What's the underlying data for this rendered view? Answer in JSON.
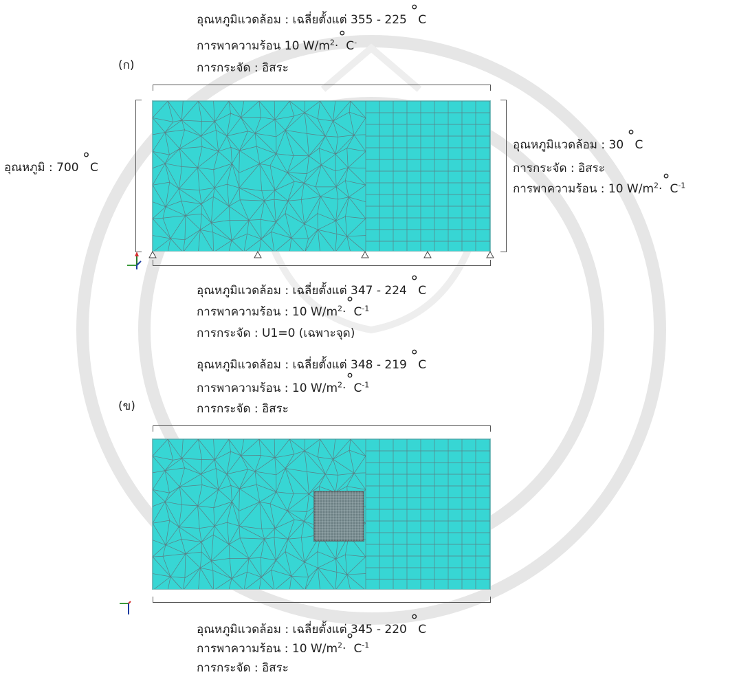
{
  "panel_a": {
    "label": "(ก)",
    "top": {
      "line1_prefix": "อุณหภูมิแวดล้อม : เฉลี่ยตั้งแต่ 355 - 225 ",
      "line1_unit": "C",
      "line2_prefix": "การพาความร้อน 10 W/m",
      "line2_sup": "2",
      "line2_mid": "·",
      "line2_unit": "C",
      "line2_sup2": "-",
      "line3": "การกระจัด : อิสระ"
    },
    "left": {
      "prefix": "อุณหภูมิ : 700 ",
      "unit": "C"
    },
    "right": {
      "line1_prefix": "อุณหภูมิแวดล้อม : 30 ",
      "line1_unit": "C",
      "line2": "การกระจัด : อิสระ",
      "line3_prefix": "การพาความร้อน : 10 W/m",
      "line3_sup": "2",
      "line3_mid": "·",
      "line3_unit": "C",
      "line3_sup2": "-1"
    },
    "bottom": {
      "line1_prefix": "อุณหภูมิแวดล้อม : เฉลี่ยตั้งแต่ 347 - 224 ",
      "line1_unit": "C",
      "line2_prefix": "การพาความร้อน : 10 W/m",
      "line2_sup": "2",
      "line2_mid": "·",
      "line2_unit": "C",
      "line2_sup2": "-1",
      "line3": "การกระจัด : U1=0 (เฉพาะจุด)"
    }
  },
  "panel_b": {
    "label": "(ข)",
    "top": {
      "line1_prefix": "อุณหภูมิแวดล้อม : เฉลี่ยตั้งแต่ 348 - 219 ",
      "line1_unit": "C",
      "line2_prefix": "การพาความร้อน : 10 W/m",
      "line2_sup": "2",
      "line2_mid": "·",
      "line2_unit": "C",
      "line2_sup2": "-1",
      "line3": "การกระจัด : อิสระ"
    },
    "bottom": {
      "line1_prefix": "อุณหภูมิแวดล้อม : เฉลี่ยตั้งแต่ 345 - 220 ",
      "line1_unit": "C",
      "line2_prefix": "การพาความร้อน : 10 W/m",
      "line2_sup": "2",
      "line2_mid": "·",
      "line2_unit": "C",
      "line2_sup2": "-1",
      "line3": "การกระจัด : อิสระ"
    }
  },
  "colors": {
    "mesh_fill": "#37d6d4",
    "mesh_line": "#5a7f85",
    "inset": "#6b7f83"
  }
}
